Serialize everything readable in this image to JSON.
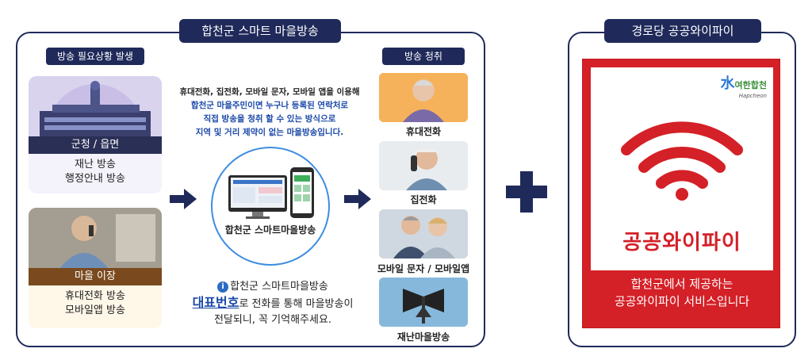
{
  "left_panel": {
    "title": "합천군 스마트 마을방송",
    "occurrence_label": "방송 필요상황 발생",
    "listening_label": "방송 청취",
    "card_office": {
      "band": "군청 / 읍면",
      "line1": "재난 방송",
      "line2": "행정안내 방송"
    },
    "card_village": {
      "band": "마을 이장",
      "line1": "휴대전화 방송",
      "line2": "모바일앱 방송"
    },
    "description": {
      "line1": "휴대전화, 집전화, 모바일 문자, 모바일 앱을 이용해",
      "line2": "합천군 마을주민이면 누구나 등록된 연락처로",
      "line3": "직접 방송을 청취 할 수 있는 방식으로",
      "line4": "지역 및 거리 제약이 없는 마을방송입니다."
    },
    "circle_label": "합천군 스마트마을방송",
    "note": {
      "line1": "합천군 스마트마을방송",
      "highlight": "대표번호",
      "line2_rest": "로 전화를 통해 마을방송이",
      "line3": "전달되니, 꼭 기억해주세요."
    },
    "channels": [
      {
        "label": "휴대전화"
      },
      {
        "label": "집전화"
      },
      {
        "label": "모바일 문자 / 모바일앱"
      },
      {
        "label": "재난마을방송"
      }
    ]
  },
  "right_panel": {
    "title": "경로당 공공와이파이",
    "logo_text": "여한합천",
    "logo_sub": "Hapcheon",
    "wifi_title": "공공와이파이",
    "footer_line1": "합천군에서 제공하는",
    "footer_line2": "공공와이파이 서비스입니다"
  },
  "colors": {
    "navy": "#1f2a5a",
    "red": "#d42027",
    "blue": "#1b48a8",
    "circle_border": "#3d8de0"
  }
}
